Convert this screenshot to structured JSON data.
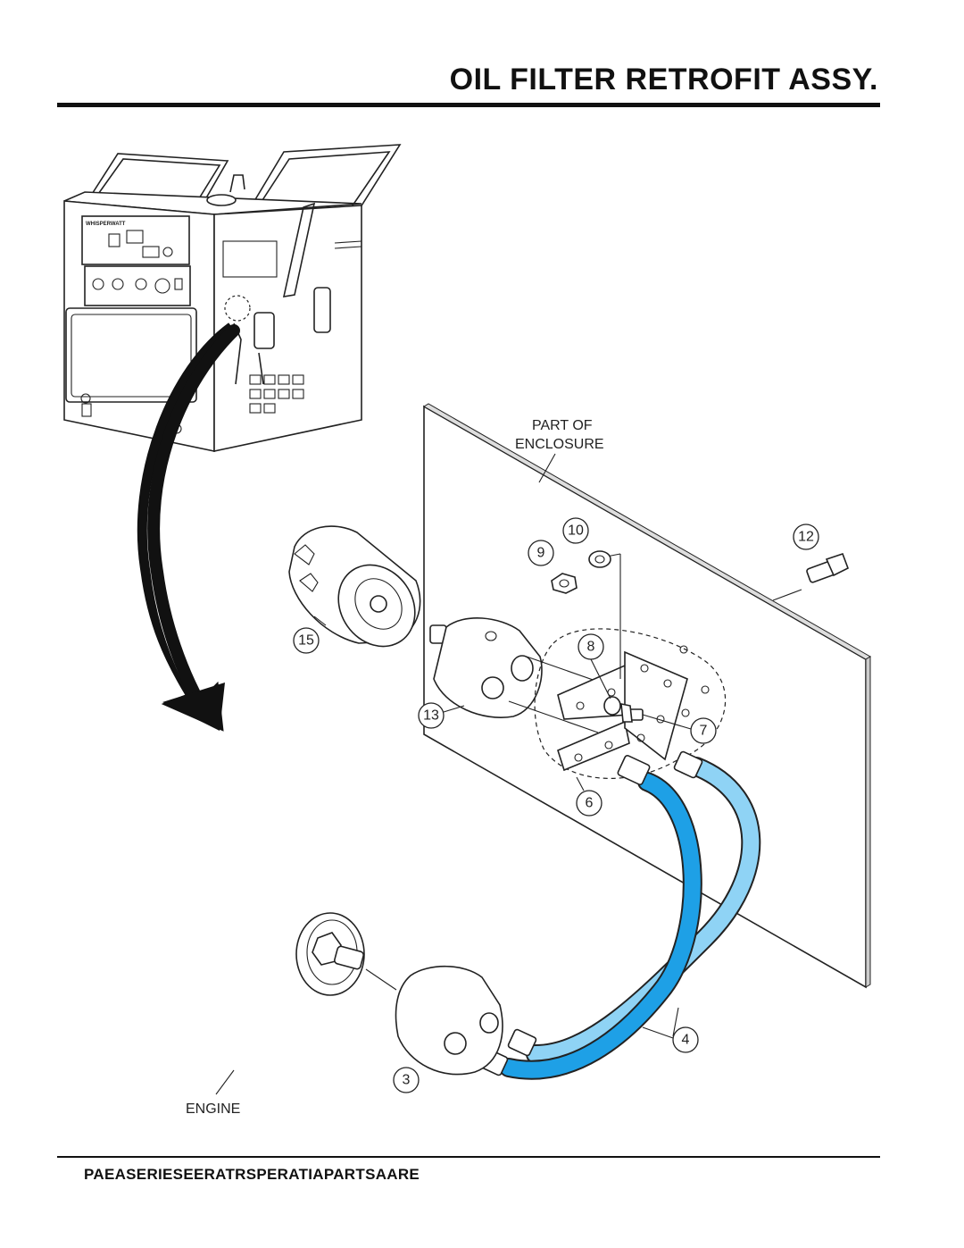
{
  "header": {
    "title": "OIL FILTER RETROFIT ASSY."
  },
  "footer": {
    "text": "PAEASERIESEERATRSPERATIAPARTSAARE"
  },
  "diagram": {
    "enclosure_label_line1": "PART OF",
    "enclosure_label_line2": "ENCLOSURE",
    "engine_label": "ENGINE",
    "generator_brand": "WHISPERWATT",
    "callouts": [
      "10",
      "9",
      "12",
      "15",
      "8",
      "13",
      "7",
      "6",
      "4",
      "3"
    ],
    "hose_colors": {
      "dark": "#1ea0e6",
      "light": "#8fd3f5"
    }
  }
}
